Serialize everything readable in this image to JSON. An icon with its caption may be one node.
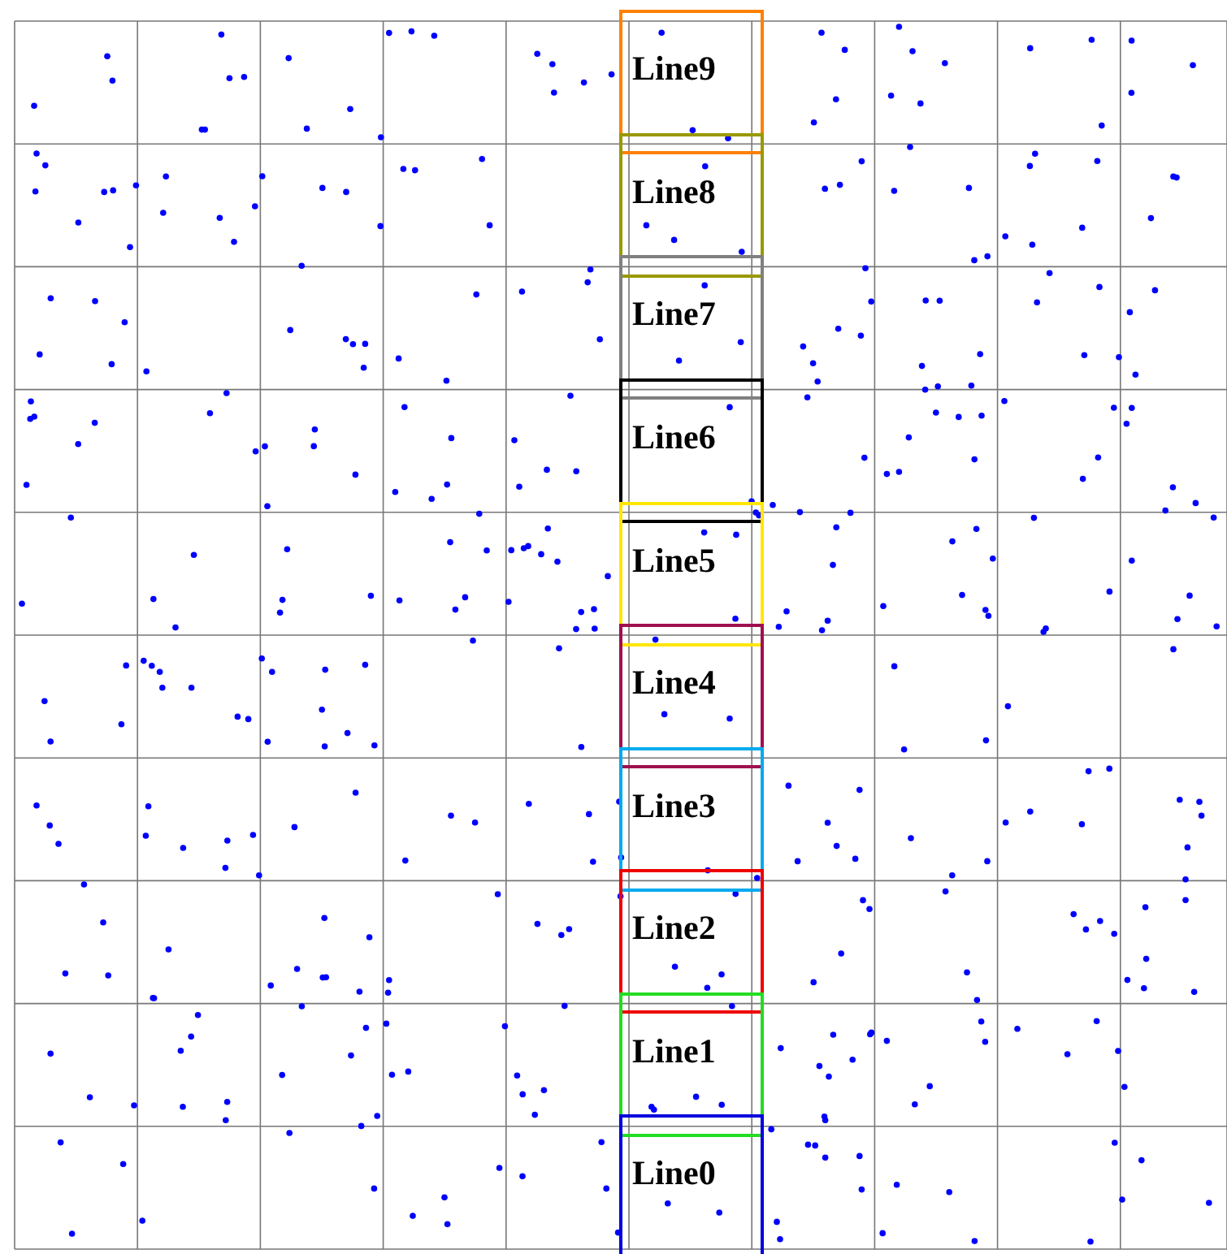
{
  "diagram": {
    "nodes": [
      {
        "text": [
          "Line9"
        ]
      },
      {
        "text": [
          "Line8"
        ]
      },
      {
        "text": [
          "Line7"
        ]
      },
      {
        "text": [
          "Line6"
        ]
      },
      {
        "text": [
          "Line5"
        ]
      },
      {
        "text": [
          "Line4"
        ]
      },
      {
        "text": [
          "Line3"
        ]
      },
      {
        "text": [
          "Line2"
        ]
      },
      {
        "text": [
          "Line1"
        ]
      },
      {
        "text": [
          "Line0"
        ]
      }
    ]
  }
}
